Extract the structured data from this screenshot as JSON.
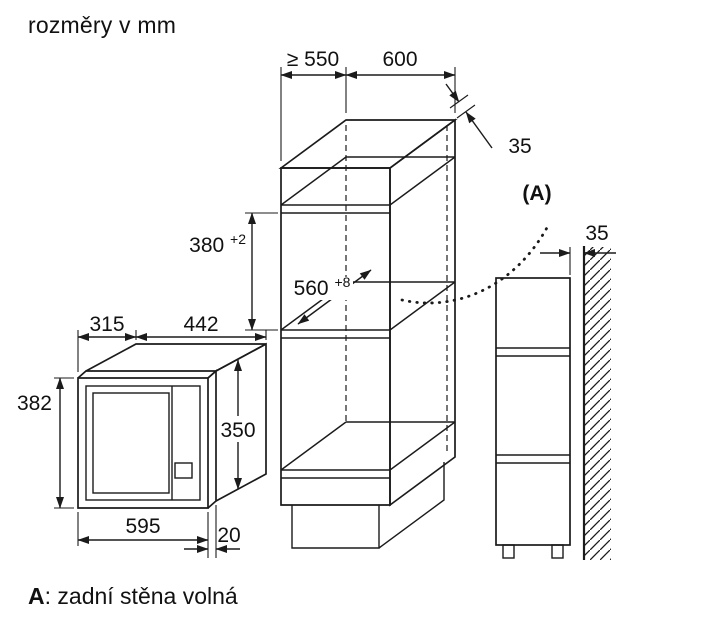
{
  "title": "rozměry v mm",
  "footer": {
    "bold": "A",
    "rest": ": zadní stěna volná"
  },
  "dims": {
    "cabinet_depth": "≥ 550",
    "cabinet_width": "600",
    "panel_thickness": "35",
    "niche_height": "380",
    "niche_height_tol": "+2",
    "niche_depth": "560",
    "niche_depth_tol": "+8",
    "detail_ref": "(A)",
    "rear_clearance": "35",
    "mw_depth": "315",
    "mw_body_width": "442",
    "mw_height": "382",
    "mw_body_height": "350",
    "mw_width": "595",
    "mw_frame_depth": "20"
  }
}
